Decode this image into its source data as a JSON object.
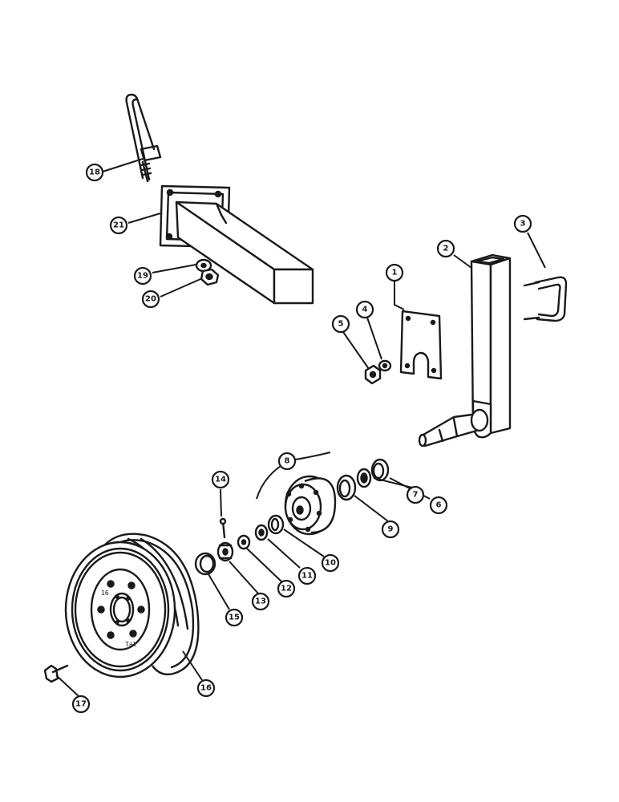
{
  "callouts": {
    "c1": "1",
    "c2": "2",
    "c3": "3",
    "c4": "4",
    "c5": "5",
    "c6": "6",
    "c7": "7",
    "c8": "8",
    "c9": "9",
    "c10": "10",
    "c11": "11",
    "c12": "12",
    "c13": "13",
    "c14": "14",
    "c15": "15",
    "c16": "16",
    "c17": "17",
    "c18": "18",
    "c19": "19",
    "c20": "20",
    "c21": "21"
  },
  "rim_markings": {
    "m1": "16",
    "m2": "Tal"
  }
}
